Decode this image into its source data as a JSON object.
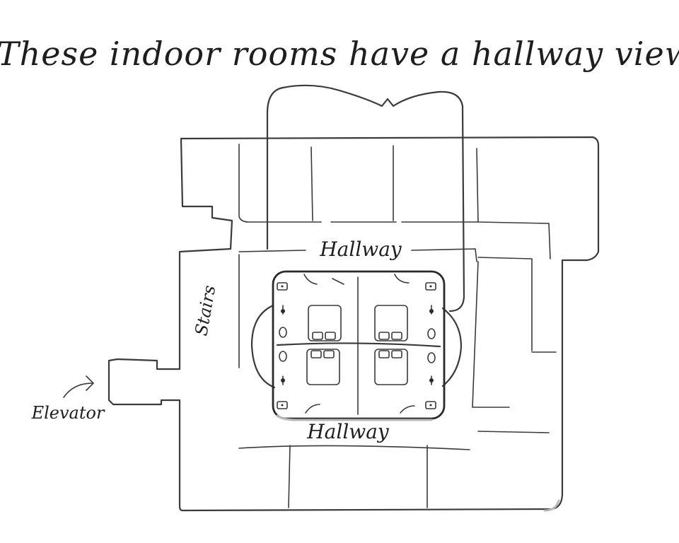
{
  "title": "These indoor rooms have a hallway view",
  "labels": {
    "hallway_top": "Hallway",
    "hallway_bottom": "Hallway",
    "stairs": "Stairs",
    "elevator": "Elevator"
  },
  "icons": {
    "arrow": "curved-arrow-icon",
    "bed": "bed-icon",
    "lamp": "lamp-icon",
    "chair": "chair-icon",
    "sink": "sink-icon"
  }
}
